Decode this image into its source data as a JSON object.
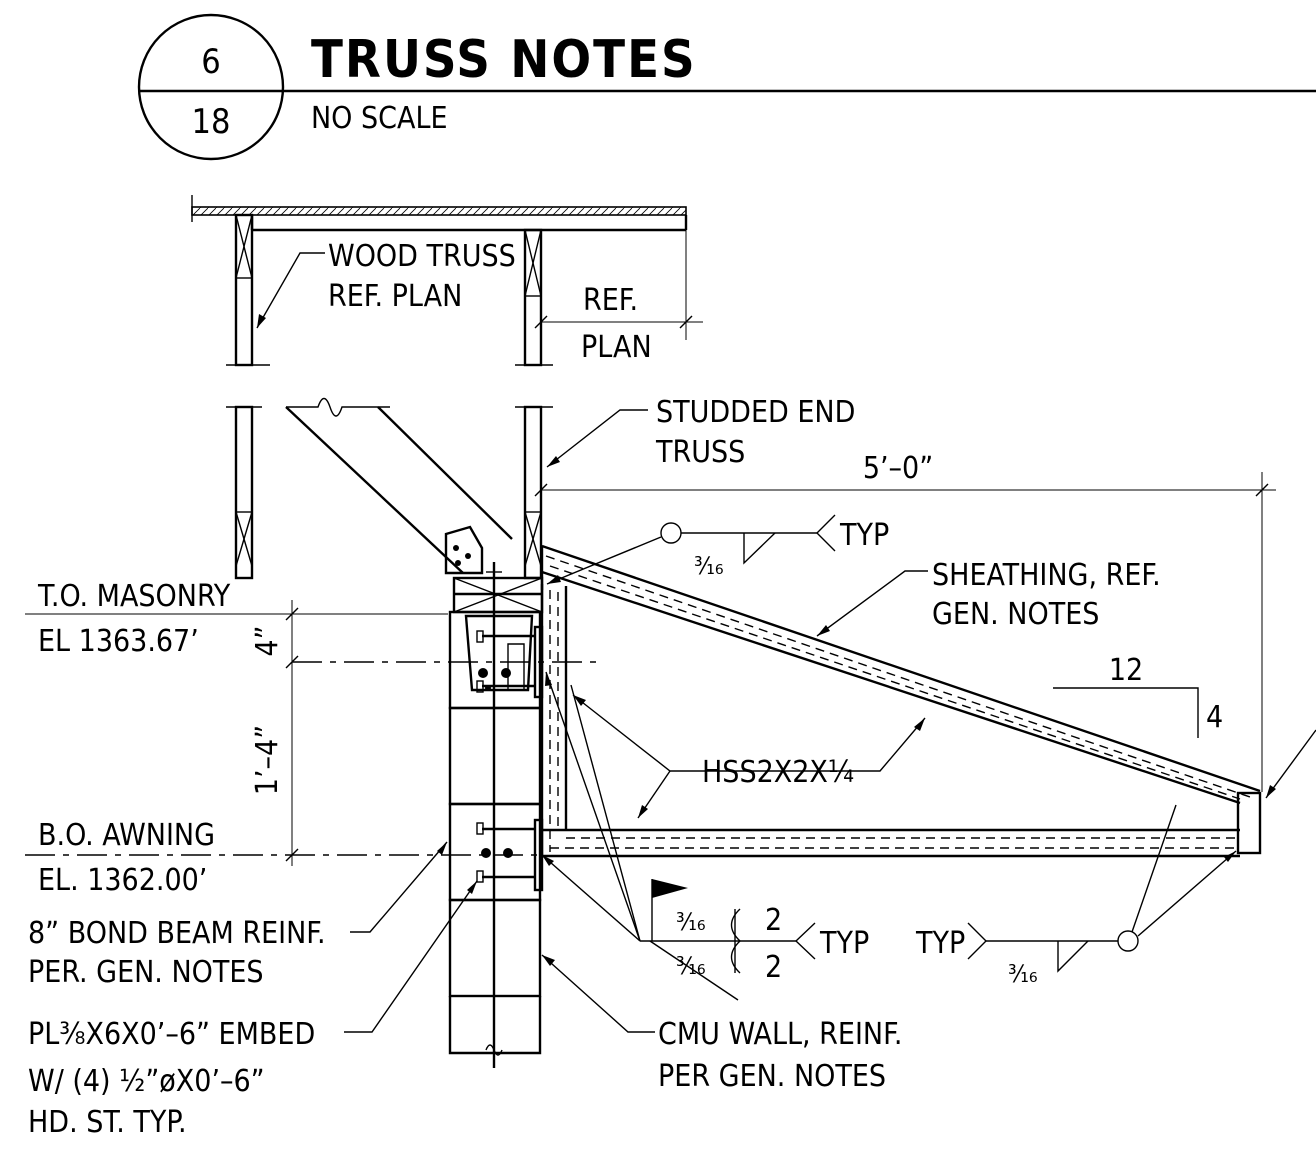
{
  "header": {
    "detail_number": "6",
    "sheet_number": "18",
    "title": "TRUSS NOTES",
    "scale": "NO SCALE"
  },
  "labels": {
    "wood_truss_line1": "WOOD TRUSS",
    "wood_truss_line2": "REF. PLAN",
    "ref_plan_line1": "REF.",
    "ref_plan_line2": "PLAN",
    "studded_line1": "STUDDED END",
    "studded_line2": "TRUSS",
    "sheathing_line1": "SHEATHING, REF.",
    "sheathing_line2": "GEN. NOTES",
    "hss": "HSS2X2X¼",
    "bond_beam_line1": "8” BOND BEAM REINF.",
    "bond_beam_line2": "PER. GEN. NOTES",
    "embed_line1": "PL⅜X6X0’–6” EMBED",
    "embed_line2": "W/ (4) ½”øX0’–6”",
    "embed_line3": "HD. ST. TYP.",
    "cmu_line1": "CMU WALL, REINF.",
    "cmu_line2": "PER GEN. NOTES"
  },
  "elevations": {
    "masonry_label": "T.O. MASONRY",
    "masonry_value": "EL 1363.67’",
    "awning_label": "B.O. AWNING",
    "awning_value": "EL. 1362.00’"
  },
  "dimensions": {
    "overhang": "5’–0”",
    "upper": "4”",
    "lower": "1’–4”",
    "slope_run": "12",
    "slope_rise": "4"
  },
  "welds": {
    "top_size": "³⁄₁₆",
    "top_tail": "TYP",
    "mid_size_upper": "³⁄₁₆",
    "mid_size_lower": "³⁄₁₆",
    "mid_len_upper": "2",
    "mid_len_lower": "2",
    "mid_tail": "TYP",
    "right_size": "³⁄₁₆",
    "right_tail": "TYP"
  }
}
